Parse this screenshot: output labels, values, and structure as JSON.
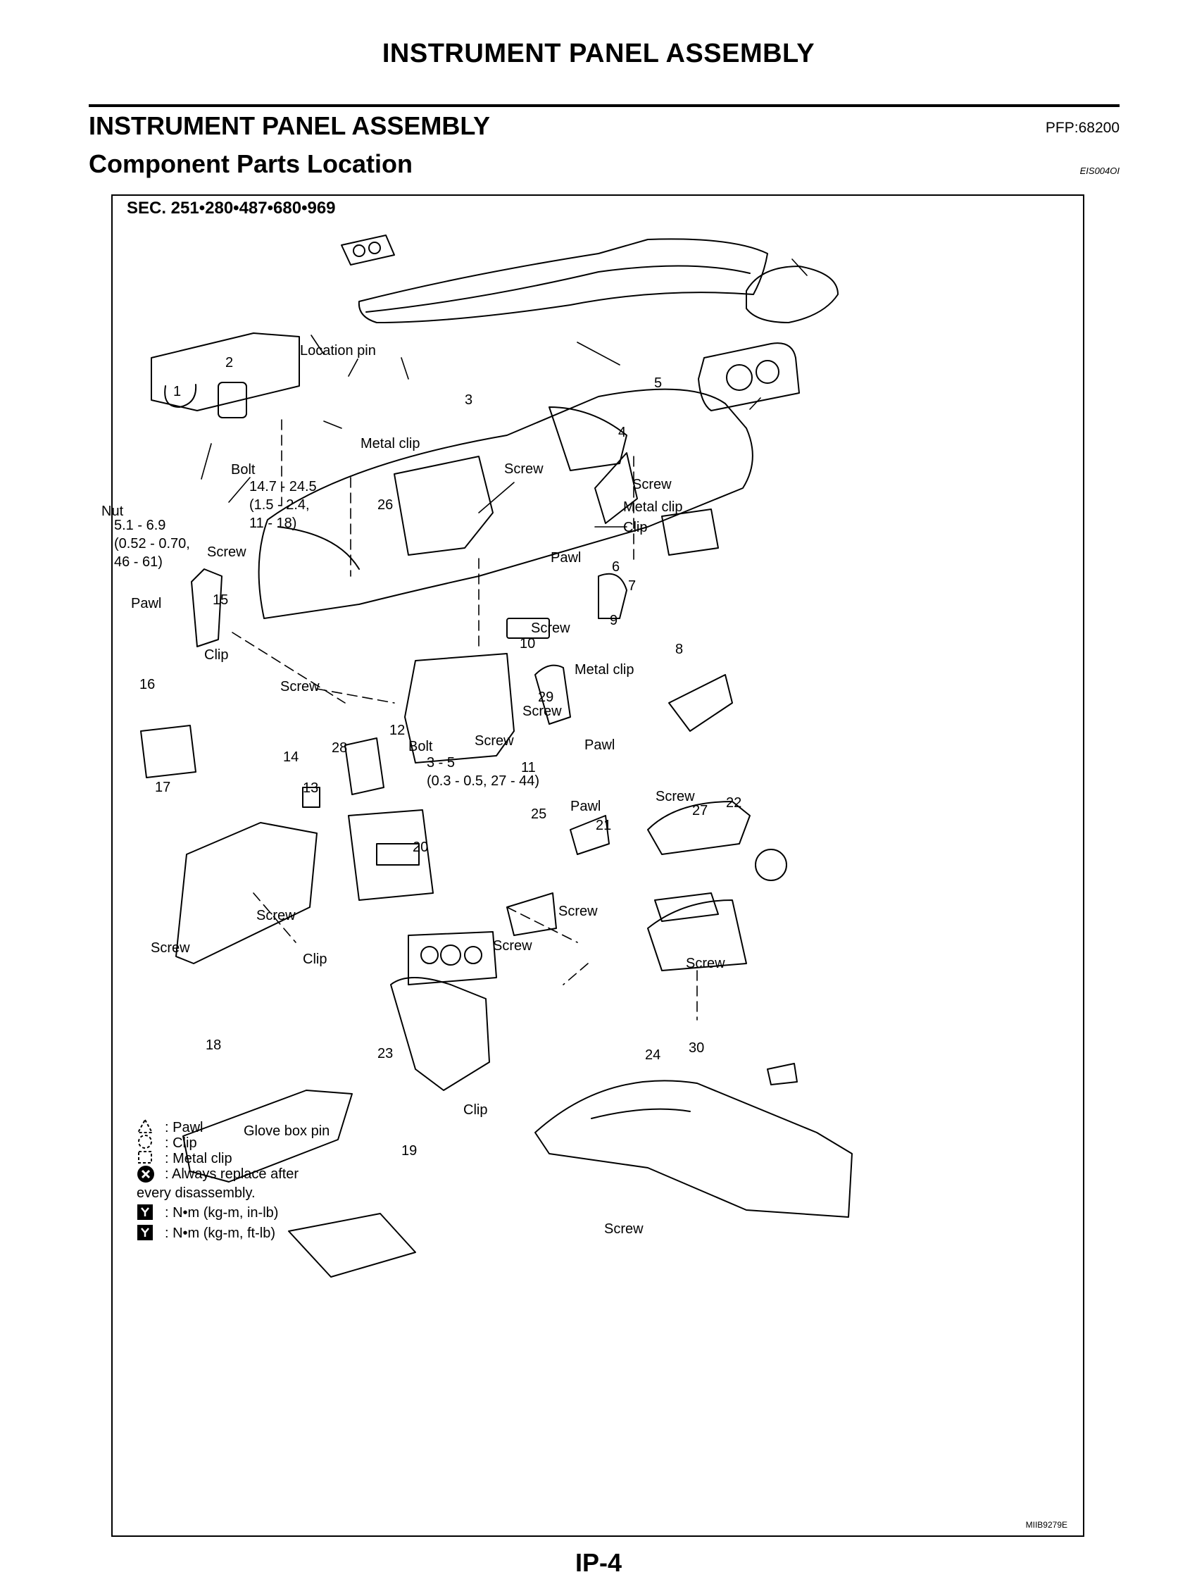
{
  "header": {
    "running_title": "INSTRUMENT PANEL ASSEMBLY"
  },
  "section": {
    "title": "INSTRUMENT PANEL ASSEMBLY",
    "pfp": "PFP:68200",
    "subtitle": "Component Parts Location",
    "doc_code": "EIS004OI"
  },
  "figure": {
    "sec": "SEC. 251•280•487•680•969",
    "code": "MIIB9279E",
    "part_numbers": [
      "1",
      "2",
      "3",
      "4",
      "5",
      "6",
      "7",
      "8",
      "9",
      "10",
      "11",
      "12",
      "13",
      "14",
      "15",
      "16",
      "17",
      "18",
      "19",
      "20",
      "21",
      "22",
      "23",
      "24",
      "25",
      "26",
      "27",
      "28",
      "29",
      "30"
    ],
    "labels": {
      "location_pin": "Location pin",
      "metal_clip": "Metal clip",
      "bolt": "Bolt",
      "nut": "Nut",
      "screw": "Screw",
      "clip": "Clip",
      "pawl": "Pawl",
      "glove_box_pin": "Glove box pin"
    },
    "torques": {
      "bolt_upper": "14.7 - 24.5\n(1.5 - 2.4,\n11 - 18)",
      "nut": "5.1 - 6.9\n(0.52 - 0.70,\n46 - 61)",
      "bolt_lower": "3 - 5\n(0.3 - 0.5, 27 - 44)"
    },
    "legend": [
      {
        "icon": "pawl-symbol-icon",
        "text": ": Pawl"
      },
      {
        "icon": "clip-symbol-icon",
        "text": ": Clip"
      },
      {
        "icon": "metal-clip-symbol-icon",
        "text": ": Metal clip"
      },
      {
        "icon": "replace-symbol-icon",
        "text": ": Always replace after\nevery disassembly."
      },
      {
        "icon": "torque-inlb-icon",
        "text": ": N•m (kg-m, in-lb)"
      },
      {
        "icon": "torque-ftlb-icon",
        "text": ": N•m (kg-m, ft-lb)"
      }
    ]
  },
  "footer": {
    "page_number": "IP-4"
  }
}
